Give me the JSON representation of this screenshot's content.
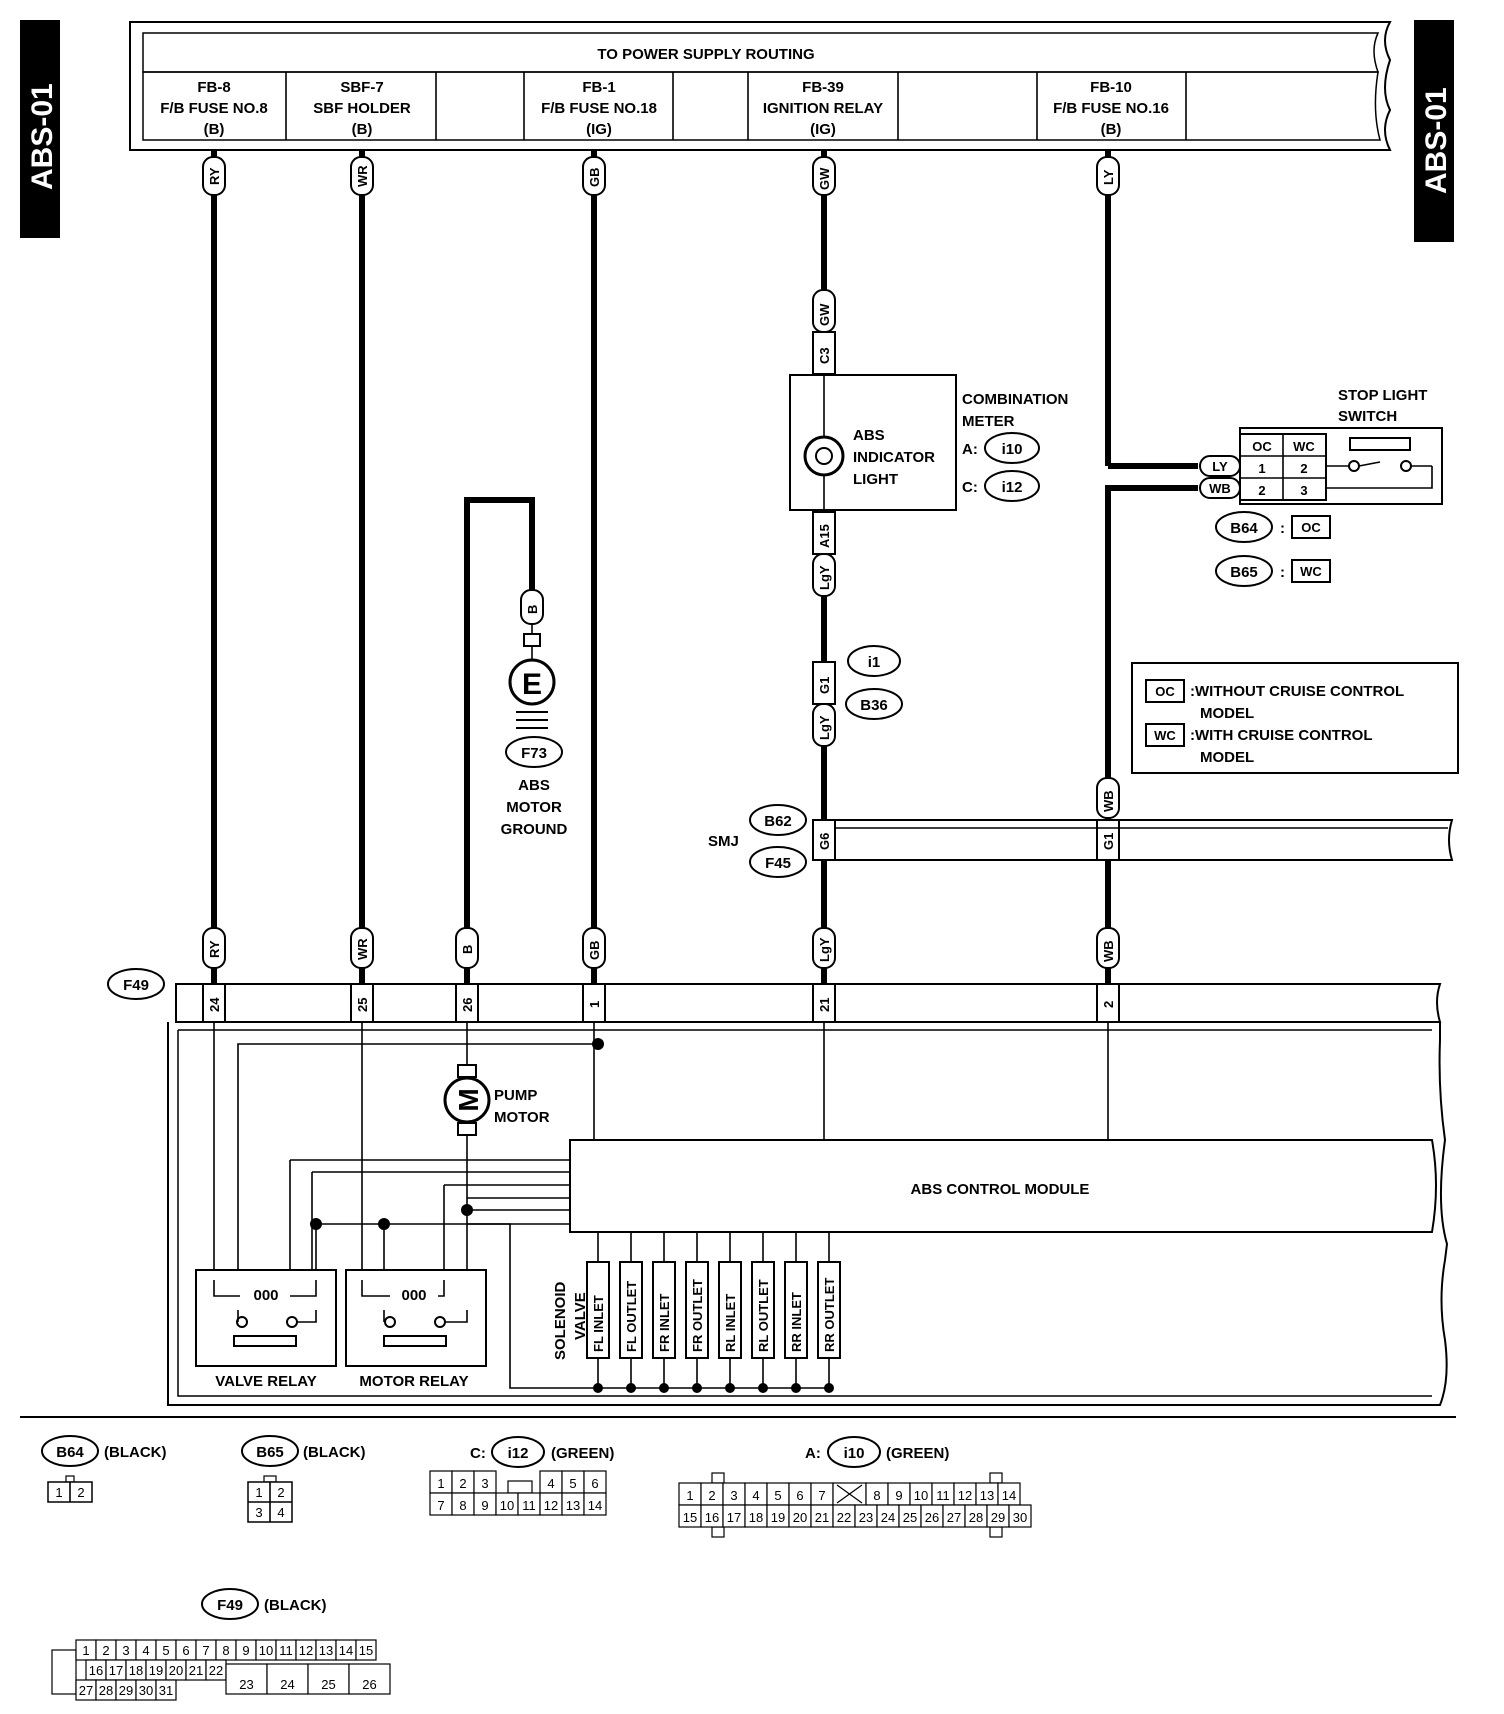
{
  "side_label": "ABS-01",
  "power_supply": {
    "title": "TO POWER SUPPLY ROUTING",
    "sources": [
      {
        "id": "FB-8",
        "name": "F/B FUSE NO.8",
        "type": "(B)"
      },
      {
        "id": "SBF-7",
        "name": "SBF HOLDER",
        "type": "(B)"
      },
      {
        "id": "FB-1",
        "name": "F/B FUSE NO.18",
        "type": "(IG)"
      },
      {
        "id": "FB-39",
        "name": "IGNITION RELAY",
        "type": "(IG)"
      },
      {
        "id": "FB-10",
        "name": "F/B FUSE NO.16",
        "type": "(B)"
      }
    ]
  },
  "wires": {
    "ry": "RY",
    "wr": "WR",
    "gb": "GB",
    "gw": "GW",
    "ly": "LY",
    "b": "B",
    "lgy": "LgY",
    "wb": "WB"
  },
  "pins": {
    "c3": "C3",
    "a15": "A15",
    "g1": "G1",
    "g6": "G6",
    "g1_smj": "G1",
    "f49_24": "24",
    "f49_25": "25",
    "f49_26": "26",
    "f49_1": "1",
    "f49_21": "21",
    "f49_2": "2"
  },
  "combination_meter": {
    "title_1": "COMBINATION",
    "title_2": "METER",
    "a_prefix": "A:",
    "a_conn": "i10",
    "c_prefix": "C:",
    "c_conn": "i12",
    "light_1": "ABS",
    "light_2": "INDICATOR",
    "light_3": "LIGHT"
  },
  "stop_light": {
    "title_1": "STOP LIGHT",
    "title_2": "SWITCH",
    "col_oc": "OC",
    "col_wc": "WC",
    "row1": [
      "1",
      "2"
    ],
    "row2": [
      "2",
      "3"
    ],
    "b64": "B64",
    "b65": "B65",
    "colon": ":"
  },
  "legend": {
    "oc": "OC",
    "oc_text_1": ":WITHOUT CRUISE CONTROL",
    "oc_text_2": "MODEL",
    "wc": "WC",
    "wc_text_1": ":WITH CRUISE CONTROL",
    "wc_text_2": "MODEL"
  },
  "connectors": {
    "i1": "i1",
    "b36": "B36",
    "b62": "B62",
    "f45": "F45",
    "smj": "SMJ",
    "f73": "F73",
    "f49": "F49",
    "ground_symbol": "E"
  },
  "ground": {
    "line1": "ABS",
    "line2": "MOTOR",
    "line3": "GROUND"
  },
  "module": {
    "title": "ABS CONTROL MODULE",
    "pump_1": "PUMP",
    "pump_2": "MOTOR",
    "motor_symbol": "M",
    "valve_relay": "VALVE RELAY",
    "motor_relay": "MOTOR RELAY",
    "coil": "000",
    "solenoid_1": "SOLENOID",
    "solenoid_2": "VALVE",
    "solenoids": [
      "FL INLET",
      "FL OUTLET",
      "FR INLET",
      "FR OUTLET",
      "RL INLET",
      "RL OUTLET",
      "RR INLET",
      "RR OUTLET"
    ]
  },
  "connector_views": {
    "b64": {
      "id": "B64",
      "color": "(BLACK)",
      "pins": [
        "1",
        "2"
      ]
    },
    "b65": {
      "id": "B65",
      "color": "(BLACK)",
      "pins": [
        "1",
        "2",
        "3",
        "4"
      ]
    },
    "i12": {
      "prefix": "C:",
      "id": "i12",
      "color": "(GREEN)",
      "row1": [
        "1",
        "2",
        "3",
        "4",
        "5",
        "6"
      ],
      "row2": [
        "7",
        "8",
        "9",
        "10",
        "11",
        "12",
        "13",
        "14"
      ]
    },
    "i10": {
      "prefix": "A:",
      "id": "i10",
      "color": "(GREEN)",
      "row1": [
        "1",
        "2",
        "3",
        "4",
        "5",
        "6",
        "7",
        "8",
        "9",
        "10",
        "11",
        "12",
        "13",
        "14"
      ],
      "row2": [
        "15",
        "16",
        "17",
        "18",
        "19",
        "20",
        "21",
        "22",
        "23",
        "24",
        "25",
        "26",
        "27",
        "28",
        "29",
        "30"
      ]
    },
    "f49": {
      "id": "F49",
      "color": "(BLACK)",
      "row1": [
        "1",
        "2",
        "3",
        "4",
        "5",
        "6",
        "7",
        "8",
        "9",
        "10",
        "11",
        "12",
        "13",
        "14",
        "15"
      ],
      "row2": [
        "16",
        "17",
        "18",
        "19",
        "20",
        "21",
        "22"
      ],
      "row3": [
        "27",
        "28",
        "29",
        "30",
        "31"
      ],
      "big": [
        "23",
        "24",
        "25",
        "26"
      ]
    }
  }
}
